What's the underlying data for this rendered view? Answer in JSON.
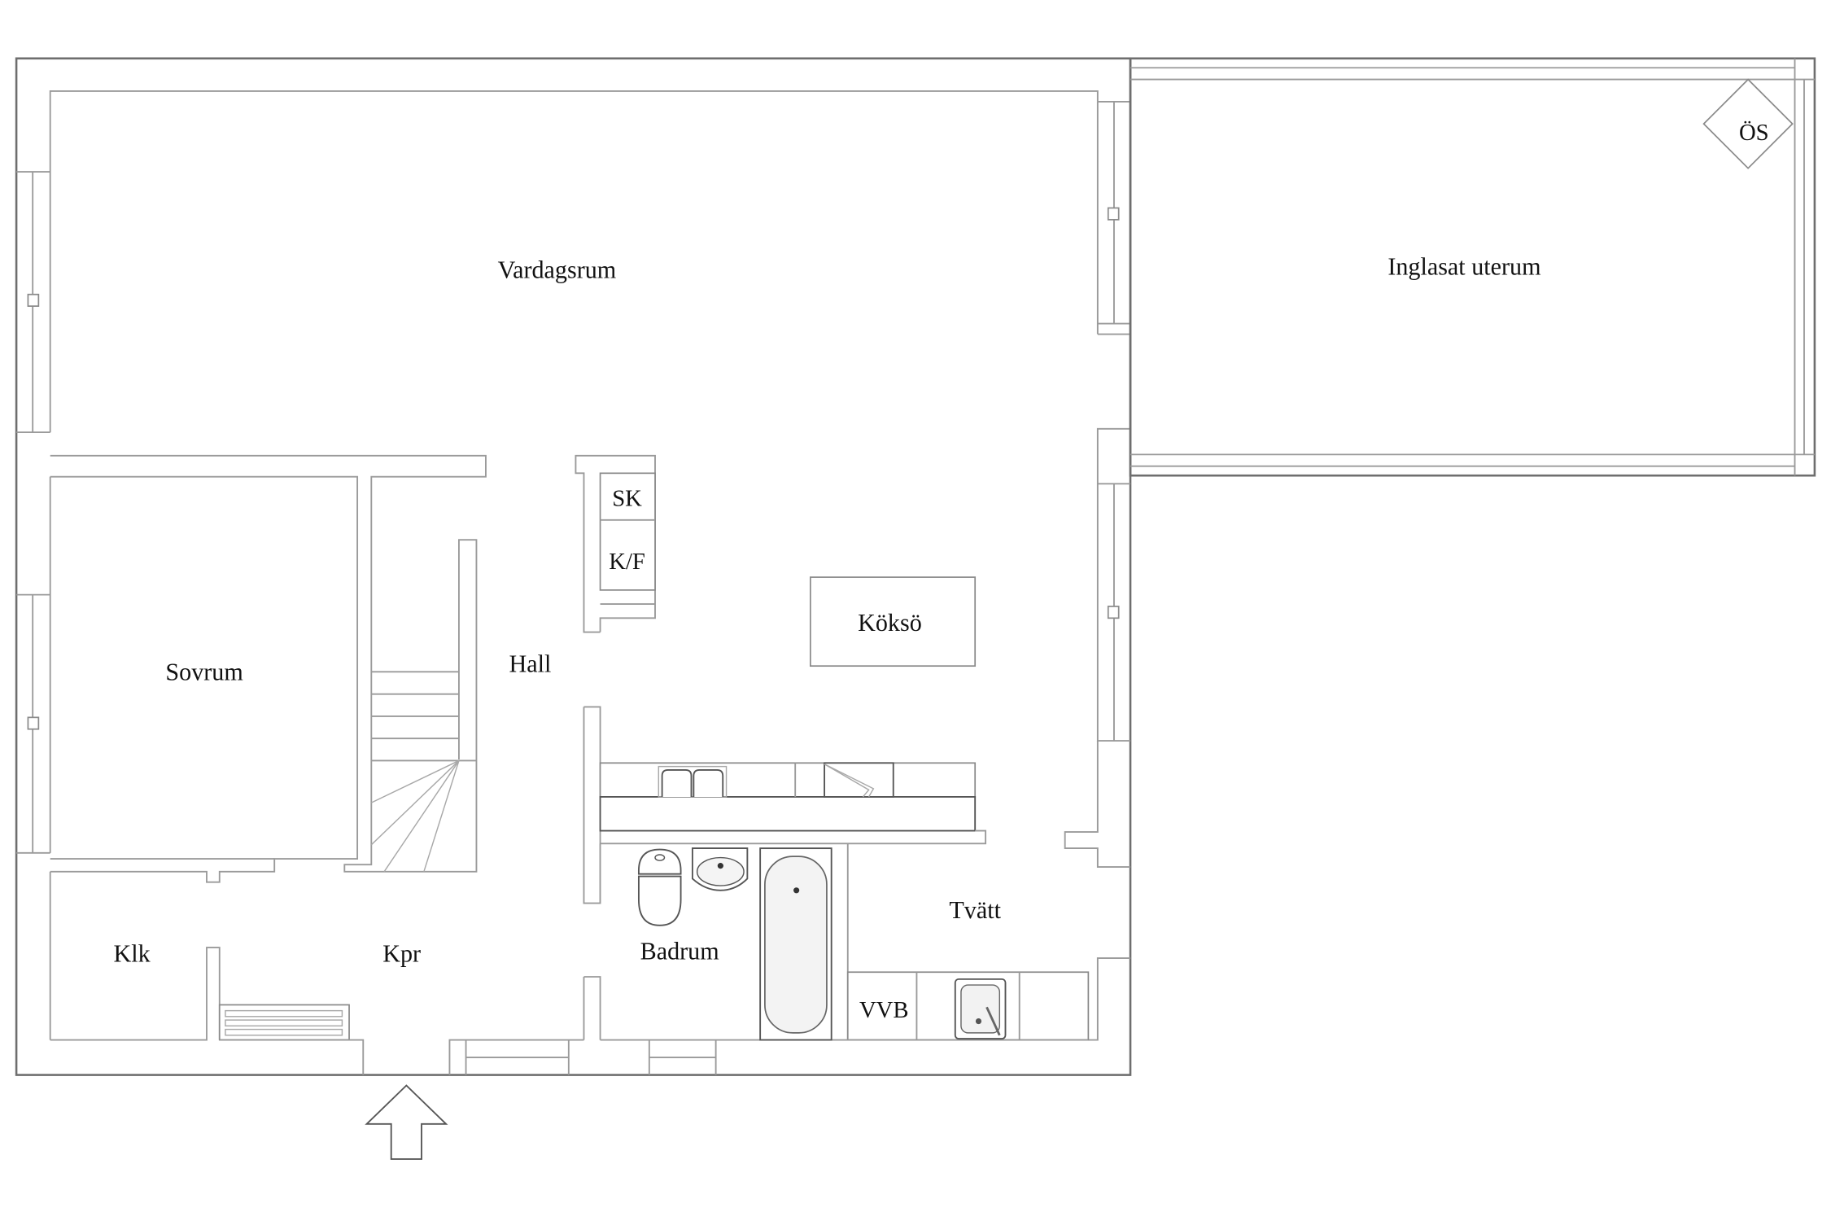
{
  "floorplan": {
    "rooms": {
      "vardagsrum": "Vardagsrum",
      "inglasat_uterum": "Inglasat uterum",
      "sovrum": "Sovrum",
      "hall": "Hall",
      "koksö": "Köksö",
      "klk": "Klk",
      "kpr": "Kpr",
      "badrum": "Badrum",
      "tvatt": "Tvätt"
    },
    "fixtures": {
      "sk": "SK",
      "kf": "K/F",
      "vvb": "VVB",
      "os": "ÖS"
    },
    "entrance_arrow": "entrance-arrow"
  },
  "colors": {
    "wall": "#9a9a9a",
    "outer_wall": "#6e6e6e",
    "text": "#111111",
    "background": "#ffffff"
  }
}
